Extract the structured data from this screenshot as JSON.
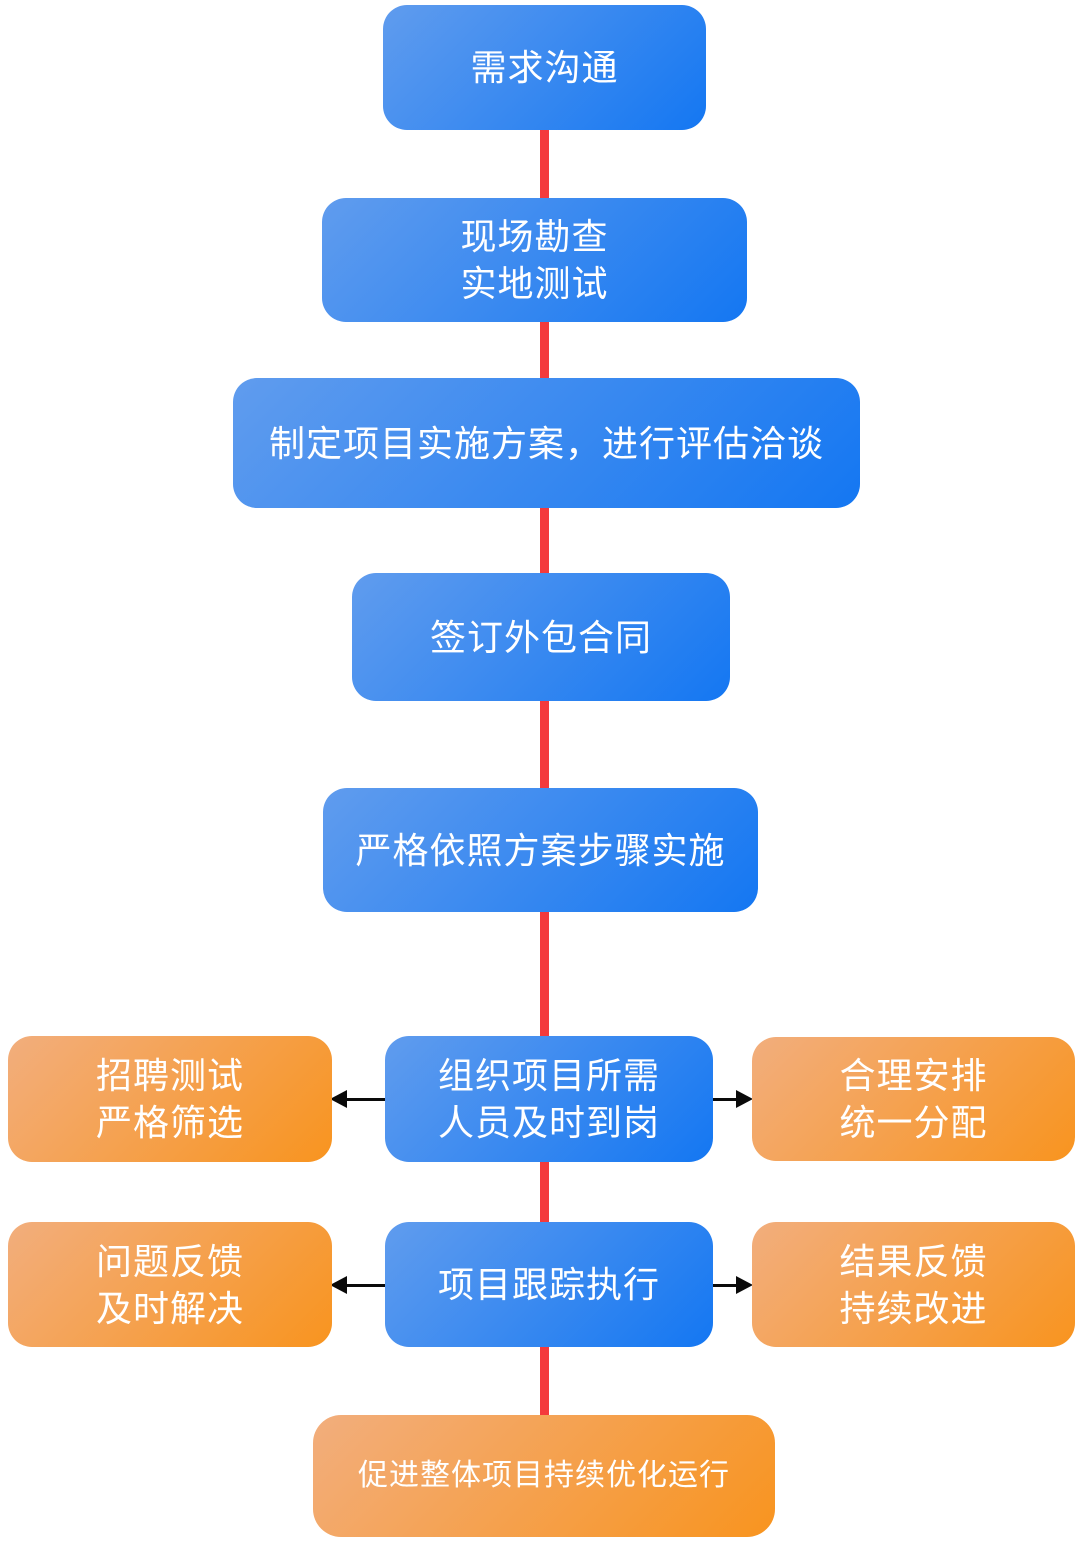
{
  "colors": {
    "blue_gradient_start": "#609cee",
    "blue_gradient_end": "#1477f2",
    "orange_gradient_start": "#f2ae7d",
    "orange_gradient_end": "#f8941f",
    "flow_line_red": "#f43a3c",
    "arrow_black": "#0a0a0a",
    "node_text": "#ffffff"
  },
  "flowchart": {
    "main_steps": [
      {
        "label_lines": [
          "需求沟通"
        ]
      },
      {
        "label_lines": [
          "现场勘查",
          "实地测试"
        ]
      },
      {
        "label_lines": [
          "制定项目实施方案，进行评估洽谈"
        ]
      },
      {
        "label_lines": [
          "签订外包合同"
        ]
      },
      {
        "label_lines": [
          "严格依照方案步骤实施"
        ]
      },
      {
        "label_lines": [
          "组织项目所需",
          "人员及时到岗"
        ]
      },
      {
        "label_lines": [
          "项目跟踪执行"
        ]
      },
      {
        "label_lines": [
          "促进整体项目持续优化运行"
        ]
      }
    ],
    "side_steps": [
      {
        "label_lines": [
          "招聘测试",
          "严格筛选"
        ]
      },
      {
        "label_lines": [
          "合理安排",
          "统一分配"
        ]
      },
      {
        "label_lines": [
          "问题反馈",
          "及时解决"
        ]
      },
      {
        "label_lines": [
          "结果反馈",
          "持续改进"
        ]
      }
    ]
  }
}
